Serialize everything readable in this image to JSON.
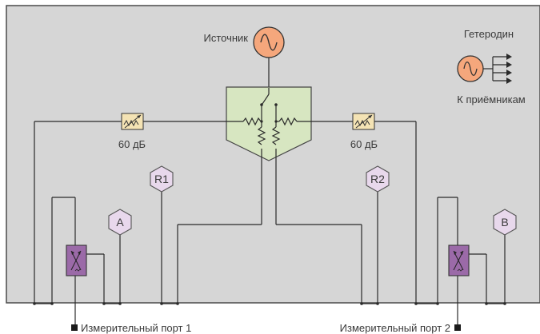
{
  "labels": {
    "source": "Источник",
    "local_oscillator": "Гетеродин",
    "to_receivers": "К приёмникам",
    "atten_left": "60 дБ",
    "atten_right": "60 дБ",
    "port1": "Измерительный порт 1",
    "port2": "Измерительный порт 2"
  },
  "receivers": {
    "r1": "R1",
    "r2": "R2",
    "a": "A",
    "b": "B"
  },
  "colors": {
    "panel": "#d6d6d6",
    "source_fill": "#f5a77c",
    "switch_fill": "#d7e6c1",
    "receiver_fill": "#e8d8ec",
    "coupler_fill": "#9b6aa8",
    "atten_fill": "#f4e3b4"
  }
}
